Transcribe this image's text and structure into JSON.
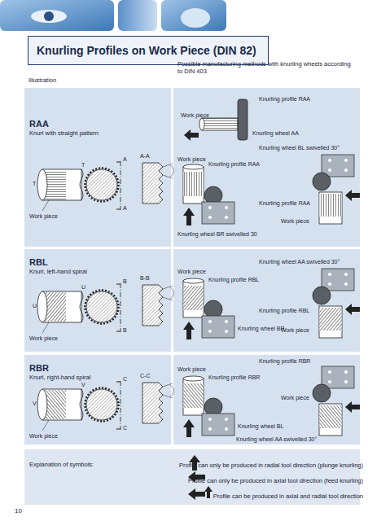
{
  "diagram": {
    "title": "Knurling Profiles on Work Piece (DIN 82)",
    "nodes": [
      {
        "text": [
          "RAA",
          "Knurl with straight pattern"
        ]
      },
      {
        "text": [
          "RBL",
          "Knurl, left-hand spiral"
        ]
      },
      {
        "text": [
          "RBR",
          "Knurl, right-hand spiral"
        ]
      }
    ],
    "labels": [
      "Illustration",
      "Possible manufacturing methods with knurling wheels according to DIN 403",
      "Work piece",
      "T",
      "T",
      "A",
      "A",
      "A-A",
      "Knurling profile RAA",
      "Work piece",
      "Knurling wheel AA",
      "Work piece",
      "Knurling profile RAA",
      "Knurling wheel BL swivelled 30°",
      "Knurling profile RAA",
      "Work piece",
      "Knurling wheel BR swivelled 30",
      "Work piece",
      "U",
      "U",
      "B",
      "B",
      "B-B",
      "Work piece",
      "Knurling profile RBL",
      "Knurling wheel AA swivelled 30°",
      "Knurling profile RBL",
      "Knurling wheel BR",
      "Work piece",
      "Work piece",
      "V",
      "V",
      "C",
      "C",
      "C-C",
      "Work piece",
      "Knurling profile RBR",
      "Knurling profile RBR",
      "Work piece",
      "Knurling wheel BL",
      "Knurling wheel AA swivelled 30°",
      "Explanation of symbols:",
      "10"
    ],
    "legend": [
      {
        "text": "Profile can only be produced in radial tool direction (plunge knurling)"
      },
      {
        "text": "Profile can only be produced in axial tool direction (feed knurling)"
      },
      {
        "text": "Profile can be produced in axial and radial tool direction"
      }
    ]
  }
}
